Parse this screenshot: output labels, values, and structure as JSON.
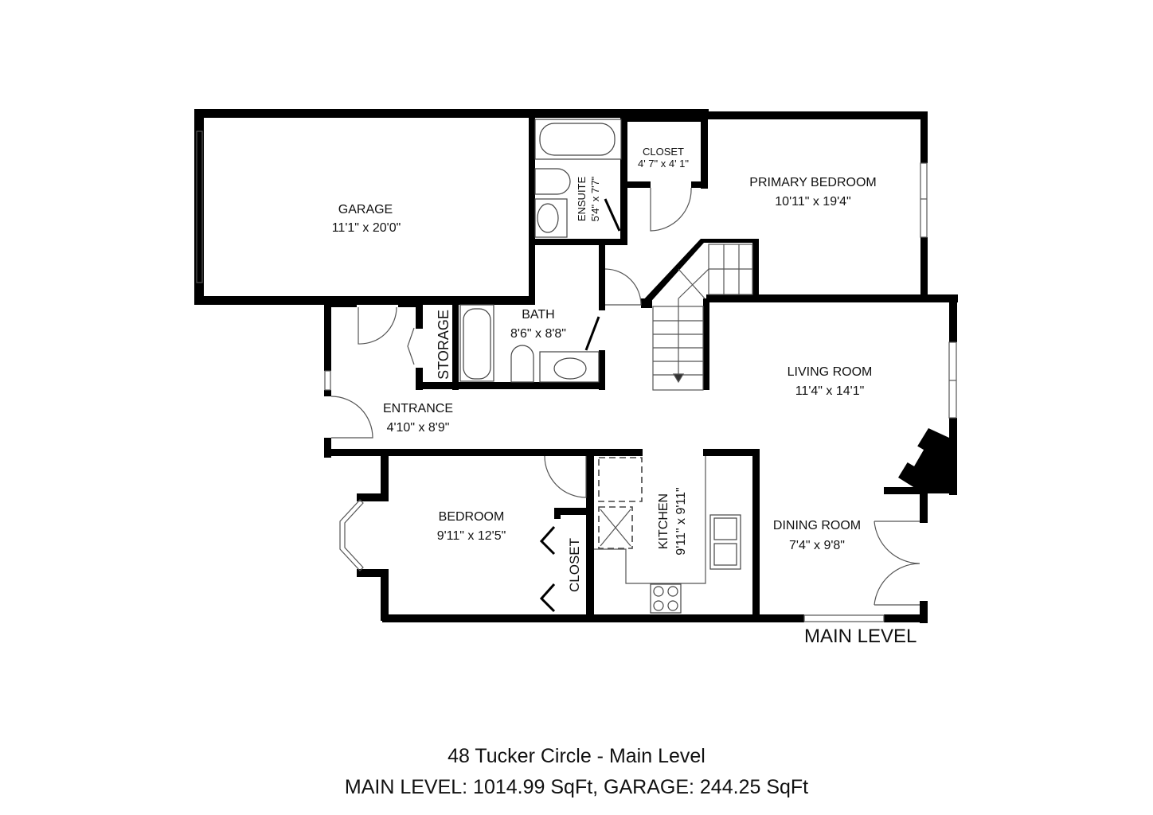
{
  "plan": {
    "level_label": "MAIN LEVEL",
    "rooms": {
      "garage": {
        "name": "GARAGE",
        "dims": "11'1\" x 20'0\""
      },
      "ensuite": {
        "name": "ENSUITE",
        "dims": "5'4\" x 7'7\""
      },
      "closet_primary": {
        "name": "CLOSET",
        "dims": "4' 7\" x 4' 1\""
      },
      "primary_bedroom": {
        "name": "PRIMARY BEDROOM",
        "dims": "10'11\" x 19'4\""
      },
      "storage": {
        "name": "STORAGE"
      },
      "bath": {
        "name": "BATH",
        "dims": "8'6\" x 8'8\""
      },
      "entrance": {
        "name": "ENTRANCE",
        "dims": "4'10\" x 8'9\""
      },
      "living_room": {
        "name": "LIVING ROOM",
        "dims": "11'4\" x 14'1\""
      },
      "bedroom": {
        "name": "BEDROOM",
        "dims": "9'11\" x 12'5\""
      },
      "closet_bedroom": {
        "name": "CLOSET"
      },
      "kitchen": {
        "name": "KITCHEN",
        "dims": "9'11\" x 9'11\""
      },
      "dining_room": {
        "name": "DINING ROOM",
        "dims": "7'4\" x 9'8\""
      }
    },
    "icons": [
      "bathtub-icon",
      "toilet-icon",
      "sink-icon",
      "stairs-icon",
      "door-swing-icon",
      "window-icon",
      "fireplace-icon",
      "stove-icon",
      "double-sink-icon",
      "fridge-outline-icon"
    ]
  },
  "footer": {
    "title": "48 Tucker Circle - Main Level",
    "area": "MAIN LEVEL: 1014.99 SqFt, GARAGE: 244.25 SqFt"
  }
}
